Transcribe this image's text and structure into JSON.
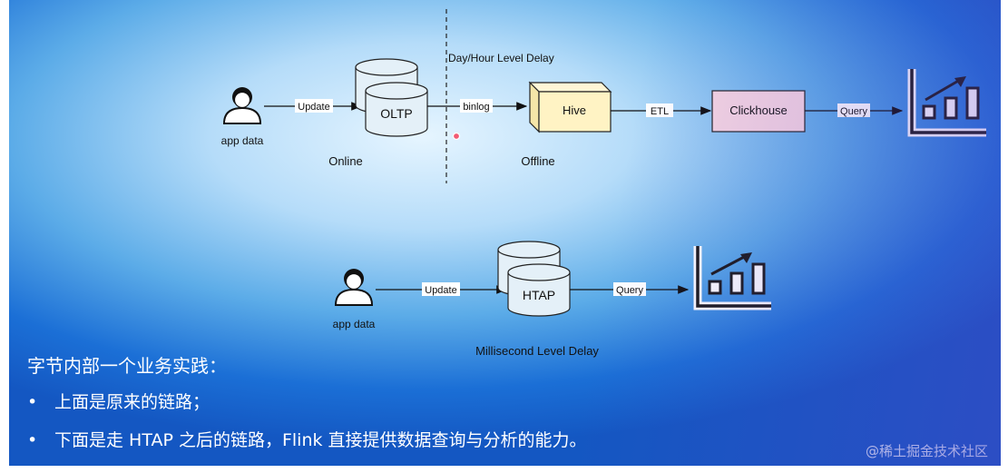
{
  "diagram": {
    "top": {
      "source_label": "app data",
      "edge_update": "Update",
      "oltp_label": "OLTP",
      "online_label": "Online",
      "delay_label": "Day/Hour Level Delay",
      "edge_binlog": "binlog",
      "hive_label": "Hive",
      "offline_label": "Offline",
      "edge_etl": "ETL",
      "clickhouse_label": "Clickhouse",
      "edge_query": "Query"
    },
    "bottom": {
      "source_label": "app data",
      "edge_update": "Update",
      "htap_label": "HTAP",
      "edge_query": "Query",
      "delay_label": "Millisecond Level Delay"
    }
  },
  "colors": {
    "hive_fill": "#fff3c4",
    "clickhouse_fill": "#f6d6e2",
    "db_fill": "#e4f0f8"
  },
  "text": {
    "heading": "字节内部一个业务实践：",
    "bullets": [
      "上面是原来的链路；",
      "下面是走 HTAP 之后的链路，Flink 直接提供数据查询与分析的能力。"
    ],
    "bullet_symbol": "•",
    "watermark": "@稀土掘金技术社区"
  }
}
